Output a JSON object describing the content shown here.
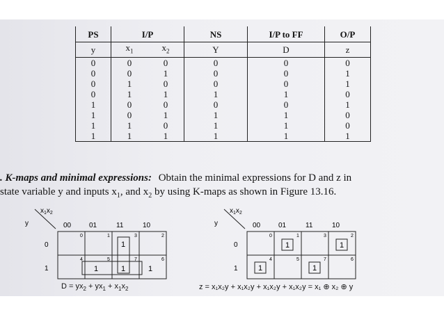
{
  "table": {
    "headers": [
      "PS",
      "I/P",
      "NS",
      "I/P to FF",
      "O/P"
    ],
    "subheaders": [
      "y",
      "x",
      "1",
      "x",
      "2",
      "Y",
      "D",
      "z"
    ],
    "rows": [
      [
        "0",
        "0",
        "0",
        "0",
        "0",
        "0"
      ],
      [
        "0",
        "0",
        "1",
        "0",
        "0",
        "1"
      ],
      [
        "0",
        "1",
        "0",
        "0",
        "0",
        "1"
      ],
      [
        "0",
        "1",
        "1",
        "1",
        "1",
        "0"
      ],
      [
        "1",
        "0",
        "0",
        "0",
        "0",
        "1"
      ],
      [
        "1",
        "0",
        "1",
        "1",
        "1",
        "0"
      ],
      [
        "1",
        "1",
        "0",
        "1",
        "1",
        "0"
      ],
      [
        "1",
        "1",
        "1",
        "1",
        "1",
        "1"
      ]
    ]
  },
  "paragraph": {
    "lead": ". K-maps and minimal expressions:",
    "line1_rest": "Obtain the minimal expressions for D and z in",
    "line2_a": "state variable y and inputs x",
    "sub1": "1",
    "line2_b": ", and x",
    "sub2": "2",
    "line2_c": " by using K-maps as shown in Figure 13.16."
  },
  "kmaps": [
    {
      "var_x": "x",
      "var_x1": "1",
      "var_x2_pre": "x",
      "var_x2": "2",
      "var_y": "y",
      "col_labels": [
        "00",
        "01",
        "11",
        "10"
      ],
      "row_labels": [
        "0",
        "1"
      ],
      "cell_numbers": [
        "0",
        "1",
        "3",
        "2",
        "4",
        "5",
        "7",
        "6"
      ],
      "ones": [
        "1",
        "1",
        "1",
        "1"
      ],
      "expression": {
        "lhs": "D = yx",
        "s1": "2",
        "t2": " + yx",
        "s2": "1",
        "t3": " + x",
        "s3": "1",
        "t4": "x",
        "s4": "2"
      }
    },
    {
      "var_x": "x",
      "var_x1": "1",
      "var_x2_pre": "x",
      "var_x2": "2",
      "var_y": "y",
      "col_labels": [
        "00",
        "01",
        "11",
        "10"
      ],
      "row_labels": [
        "0",
        "1"
      ],
      "cell_numbers": [
        "0",
        "1",
        "3",
        "2",
        "4",
        "5",
        "7",
        "6"
      ],
      "ones": [
        "1",
        "1",
        "1",
        "1"
      ],
      "expression": {
        "z": "z = ",
        "terms": "x₁x₂y + x₁x₂y + x₁x₂y + x₁x₂y = x₁ ⊕ x₂ ⊕ y"
      }
    }
  ]
}
